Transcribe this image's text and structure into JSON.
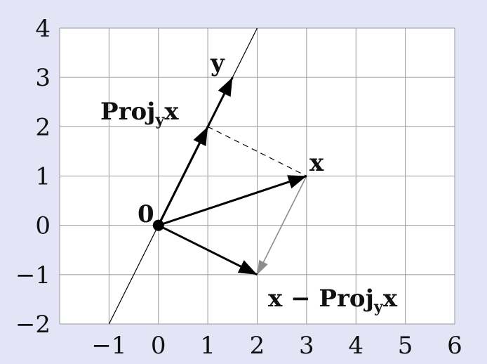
{
  "colors": {
    "background": "#e4e4f7",
    "plot_area": "#ffffff",
    "grid": "#999999",
    "vector": "#000000",
    "difference_vector": "#8c8c8c"
  },
  "chart_data": {
    "type": "diagram",
    "xlim": [
      -2,
      6
    ],
    "ylim": [
      -2,
      4
    ],
    "grid": true,
    "x_ticks": [
      "−1",
      "0",
      "1",
      "2",
      "3",
      "4",
      "5",
      "6"
    ],
    "y_ticks": [
      "4",
      "3",
      "2",
      "1",
      "0",
      "−1",
      "−2"
    ],
    "origin_label": "0",
    "line_through_y": {
      "slope": 2,
      "from": [
        -1,
        -2
      ],
      "to": [
        2,
        4
      ]
    },
    "vectors": {
      "x": {
        "from": [
          0,
          0
        ],
        "to": [
          3,
          1
        ],
        "label": "x"
      },
      "y": {
        "from": [
          0,
          0
        ],
        "to": [
          1.5,
          3
        ],
        "label": "y"
      },
      "proj": {
        "from": [
          0,
          0
        ],
        "to": [
          1,
          2
        ],
        "label": "Proj",
        "label_sub": "y",
        "label_tail": "x"
      },
      "diff_result": {
        "from": [
          0,
          0
        ],
        "to": [
          2,
          -1
        ],
        "label": "x − Proj",
        "label_sub": "y",
        "label_tail": "x"
      },
      "x_minus_proj": {
        "from": [
          3,
          1
        ],
        "to": [
          2,
          -1
        ]
      }
    },
    "dashed_segment": {
      "from": [
        1,
        2
      ],
      "to": [
        3,
        1
      ]
    }
  }
}
